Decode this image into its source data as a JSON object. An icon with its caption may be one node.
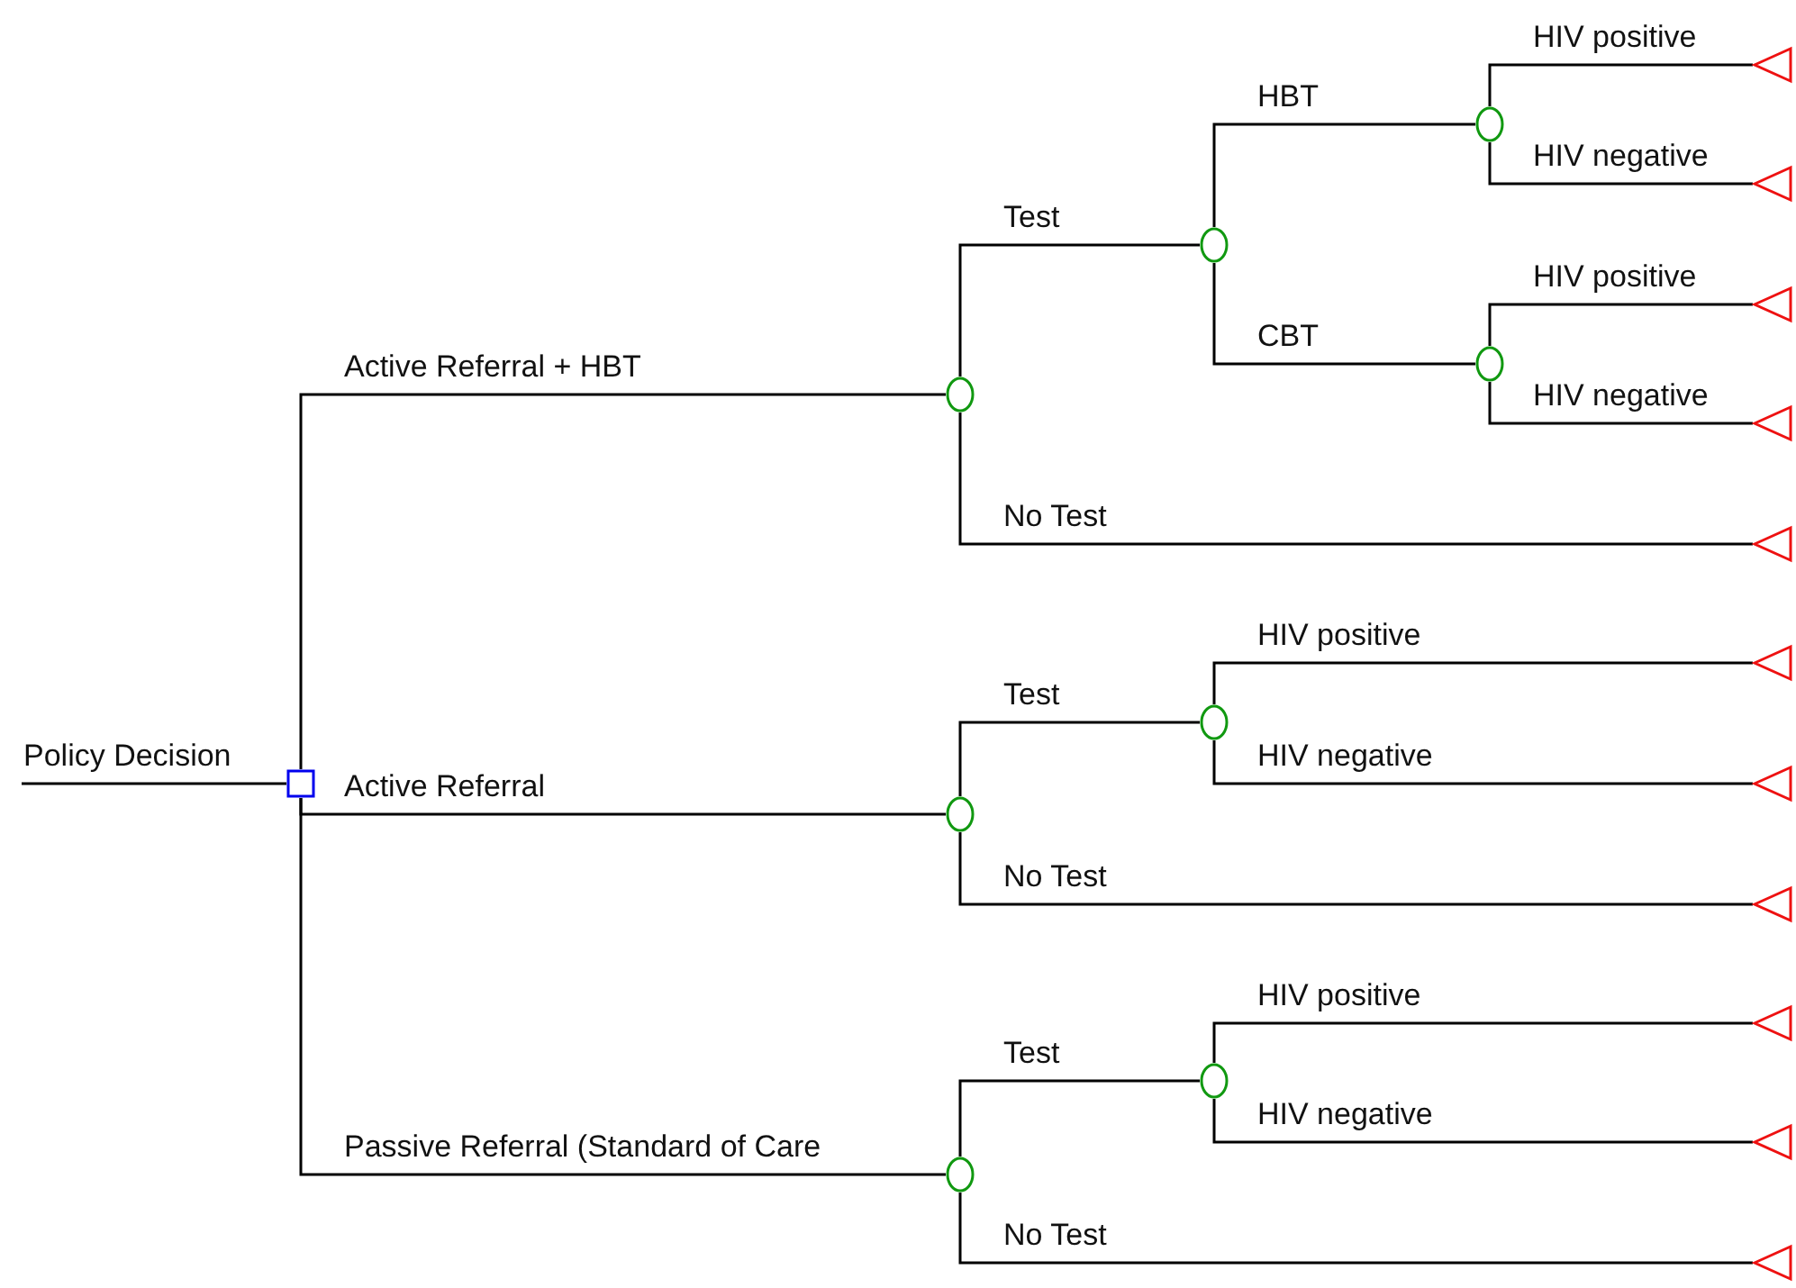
{
  "diagram": {
    "nodes": [
      {
        "text": [],
        "shape": "box"
      },
      {
        "text": [],
        "shape": "circle"
      },
      {
        "text": [],
        "shape": "circle"
      },
      {
        "text": [],
        "shape": "circle"
      },
      {
        "text": [],
        "shape": "circle"
      },
      {
        "text": [],
        "shape": "circle"
      },
      {
        "text": [],
        "shape": "circle"
      },
      {
        "text": [],
        "shape": "circle"
      },
      {
        "text": [],
        "shape": "circle"
      },
      {
        "text": [],
        "shape": "triangle"
      },
      {
        "text": [],
        "shape": "triangle"
      },
      {
        "text": [],
        "shape": "triangle"
      },
      {
        "text": [],
        "shape": "triangle"
      },
      {
        "text": [],
        "shape": "triangle"
      },
      {
        "text": [],
        "shape": "triangle"
      },
      {
        "text": [],
        "shape": "triangle"
      },
      {
        "text": [],
        "shape": "triangle"
      },
      {
        "text": [],
        "shape": "triangle"
      },
      {
        "text": [],
        "shape": "triangle"
      },
      {
        "text": [],
        "shape": "triangle"
      }
    ],
    "edges": [
      {
        "from": null,
        "to": 0,
        "arrow": "none",
        "label": "Policy Decision"
      },
      {
        "from": 0,
        "to": 1,
        "arrow": "none",
        "label": "Active Referral + HBT"
      },
      {
        "from": 0,
        "to": 2,
        "arrow": "none",
        "label": "Active Referral"
      },
      {
        "from": 0,
        "to": 3,
        "arrow": "none",
        "label": "Passive Referral (Standard of Care"
      },
      {
        "from": 1,
        "to": 4,
        "arrow": "none",
        "label": "Test"
      },
      {
        "from": 1,
        "to": 13,
        "arrow": "none",
        "label": "No Test"
      },
      {
        "from": 4,
        "to": 5,
        "arrow": "none",
        "label": "HBT"
      },
      {
        "from": 4,
        "to": 6,
        "arrow": "none",
        "label": "CBT"
      },
      {
        "from": 5,
        "to": 9,
        "arrow": "none",
        "label": "HIV positive"
      },
      {
        "from": 5,
        "to": 10,
        "arrow": "none",
        "label": "HIV negative"
      },
      {
        "from": 6,
        "to": 11,
        "arrow": "none",
        "label": "HIV positive"
      },
      {
        "from": 6,
        "to": 12,
        "arrow": "none",
        "label": "HIV negative"
      },
      {
        "from": 2,
        "to": 7,
        "arrow": "none",
        "label": "Test"
      },
      {
        "from": 2,
        "to": 16,
        "arrow": "none",
        "label": "No Test"
      },
      {
        "from": 7,
        "to": 14,
        "arrow": "none",
        "label": "HIV positive"
      },
      {
        "from": 7,
        "to": 15,
        "arrow": "none",
        "label": "HIV negative"
      },
      {
        "from": 3,
        "to": 8,
        "arrow": "none",
        "label": "Test"
      },
      {
        "from": 3,
        "to": 19,
        "arrow": "none",
        "label": "No Test"
      },
      {
        "from": 8,
        "to": 17,
        "arrow": "none",
        "label": "HIV positive"
      },
      {
        "from": 8,
        "to": 18,
        "arrow": "none",
        "label": "HIV negative"
      }
    ]
  }
}
